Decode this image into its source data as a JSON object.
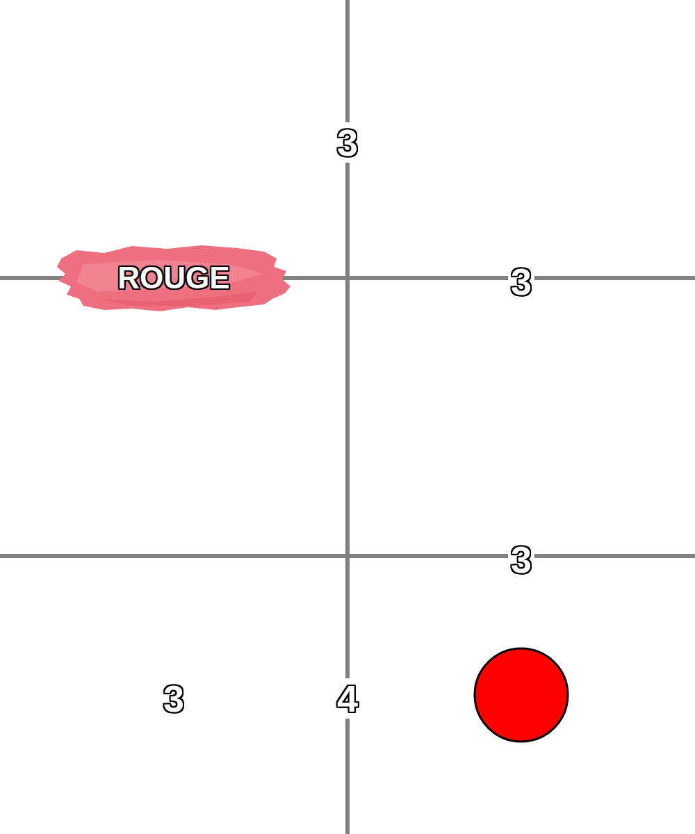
{
  "diagram": {
    "nodes": [
      {
        "text": [
          "ROUGE"
        ]
      }
    ],
    "labels": [
      "3",
      "3",
      "3",
      "3",
      "4"
    ]
  }
}
